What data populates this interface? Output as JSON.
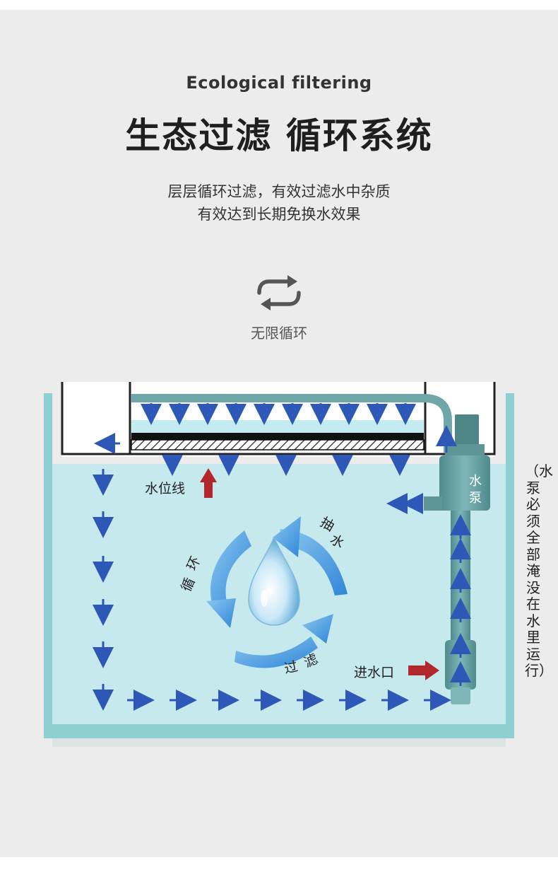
{
  "header": {
    "subtitle": "Ecological filtering",
    "title": "生态过滤 循环系统",
    "desc_line1": "层层循环过滤，有效过滤水中杂质",
    "desc_line2": "有效达到长期免换水效果"
  },
  "loop": {
    "icon": "cycle-arrows-icon",
    "label": "无限循环"
  },
  "diagram": {
    "water_level_label": "水位线",
    "pump_label_1": "水",
    "pump_label_2": "泵",
    "inlet_label": "进水口",
    "cycle_words": {
      "pump_up_1": "抽",
      "pump_up_2": "水",
      "circulate_1": "循",
      "circulate_2": "环",
      "filter_1": "过",
      "filter_2": "滤"
    },
    "side_note": "（水泵必须全部淹没在水里运行）",
    "colors": {
      "water": "#c6e9ee",
      "tank_wall": "#8dcfd2",
      "pipe": "#5a9597",
      "flow_arrow": "#2e58b8",
      "indicator_arrow": "#b3262c"
    }
  }
}
